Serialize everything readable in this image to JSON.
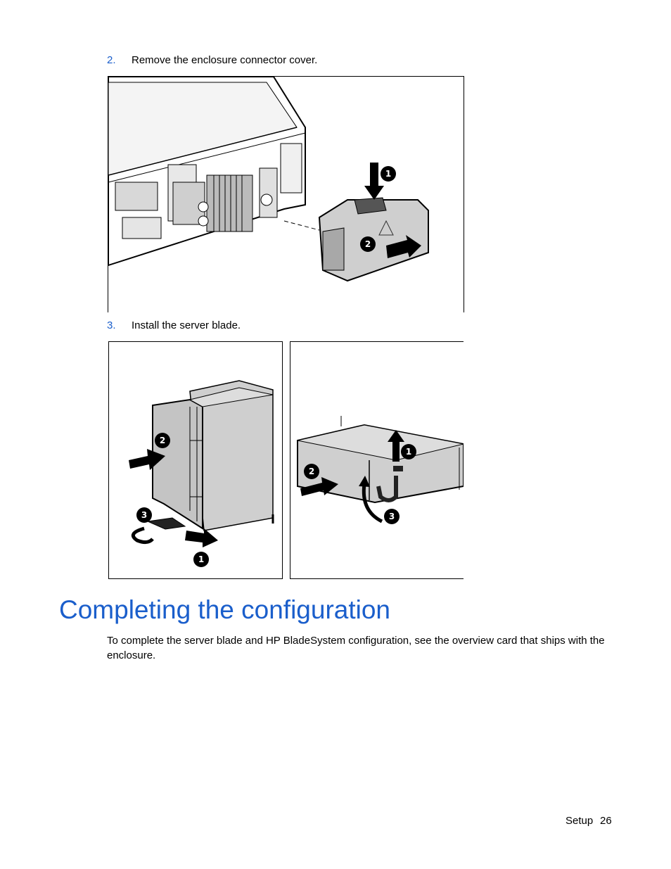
{
  "steps": [
    {
      "number": "2.",
      "text": "Remove the enclosure connector cover."
    },
    {
      "number": "3.",
      "text": "Install the server blade."
    }
  ],
  "figures": {
    "cover": {
      "callouts": [
        "1",
        "2"
      ]
    },
    "blade_left": {
      "callouts": [
        "2",
        "3",
        "1"
      ]
    },
    "blade_right": {
      "callouts": [
        "1",
        "2",
        "3"
      ]
    }
  },
  "section": {
    "title": "Completing the configuration",
    "body": "To complete the server blade and HP BladeSystem configuration, see the overview card that ships with the enclosure."
  },
  "footer": {
    "section": "Setup",
    "page": "26"
  },
  "colors": {
    "accent": "#1a5ecb",
    "callout": "#000000",
    "part_fill": "#cfcfcf"
  }
}
